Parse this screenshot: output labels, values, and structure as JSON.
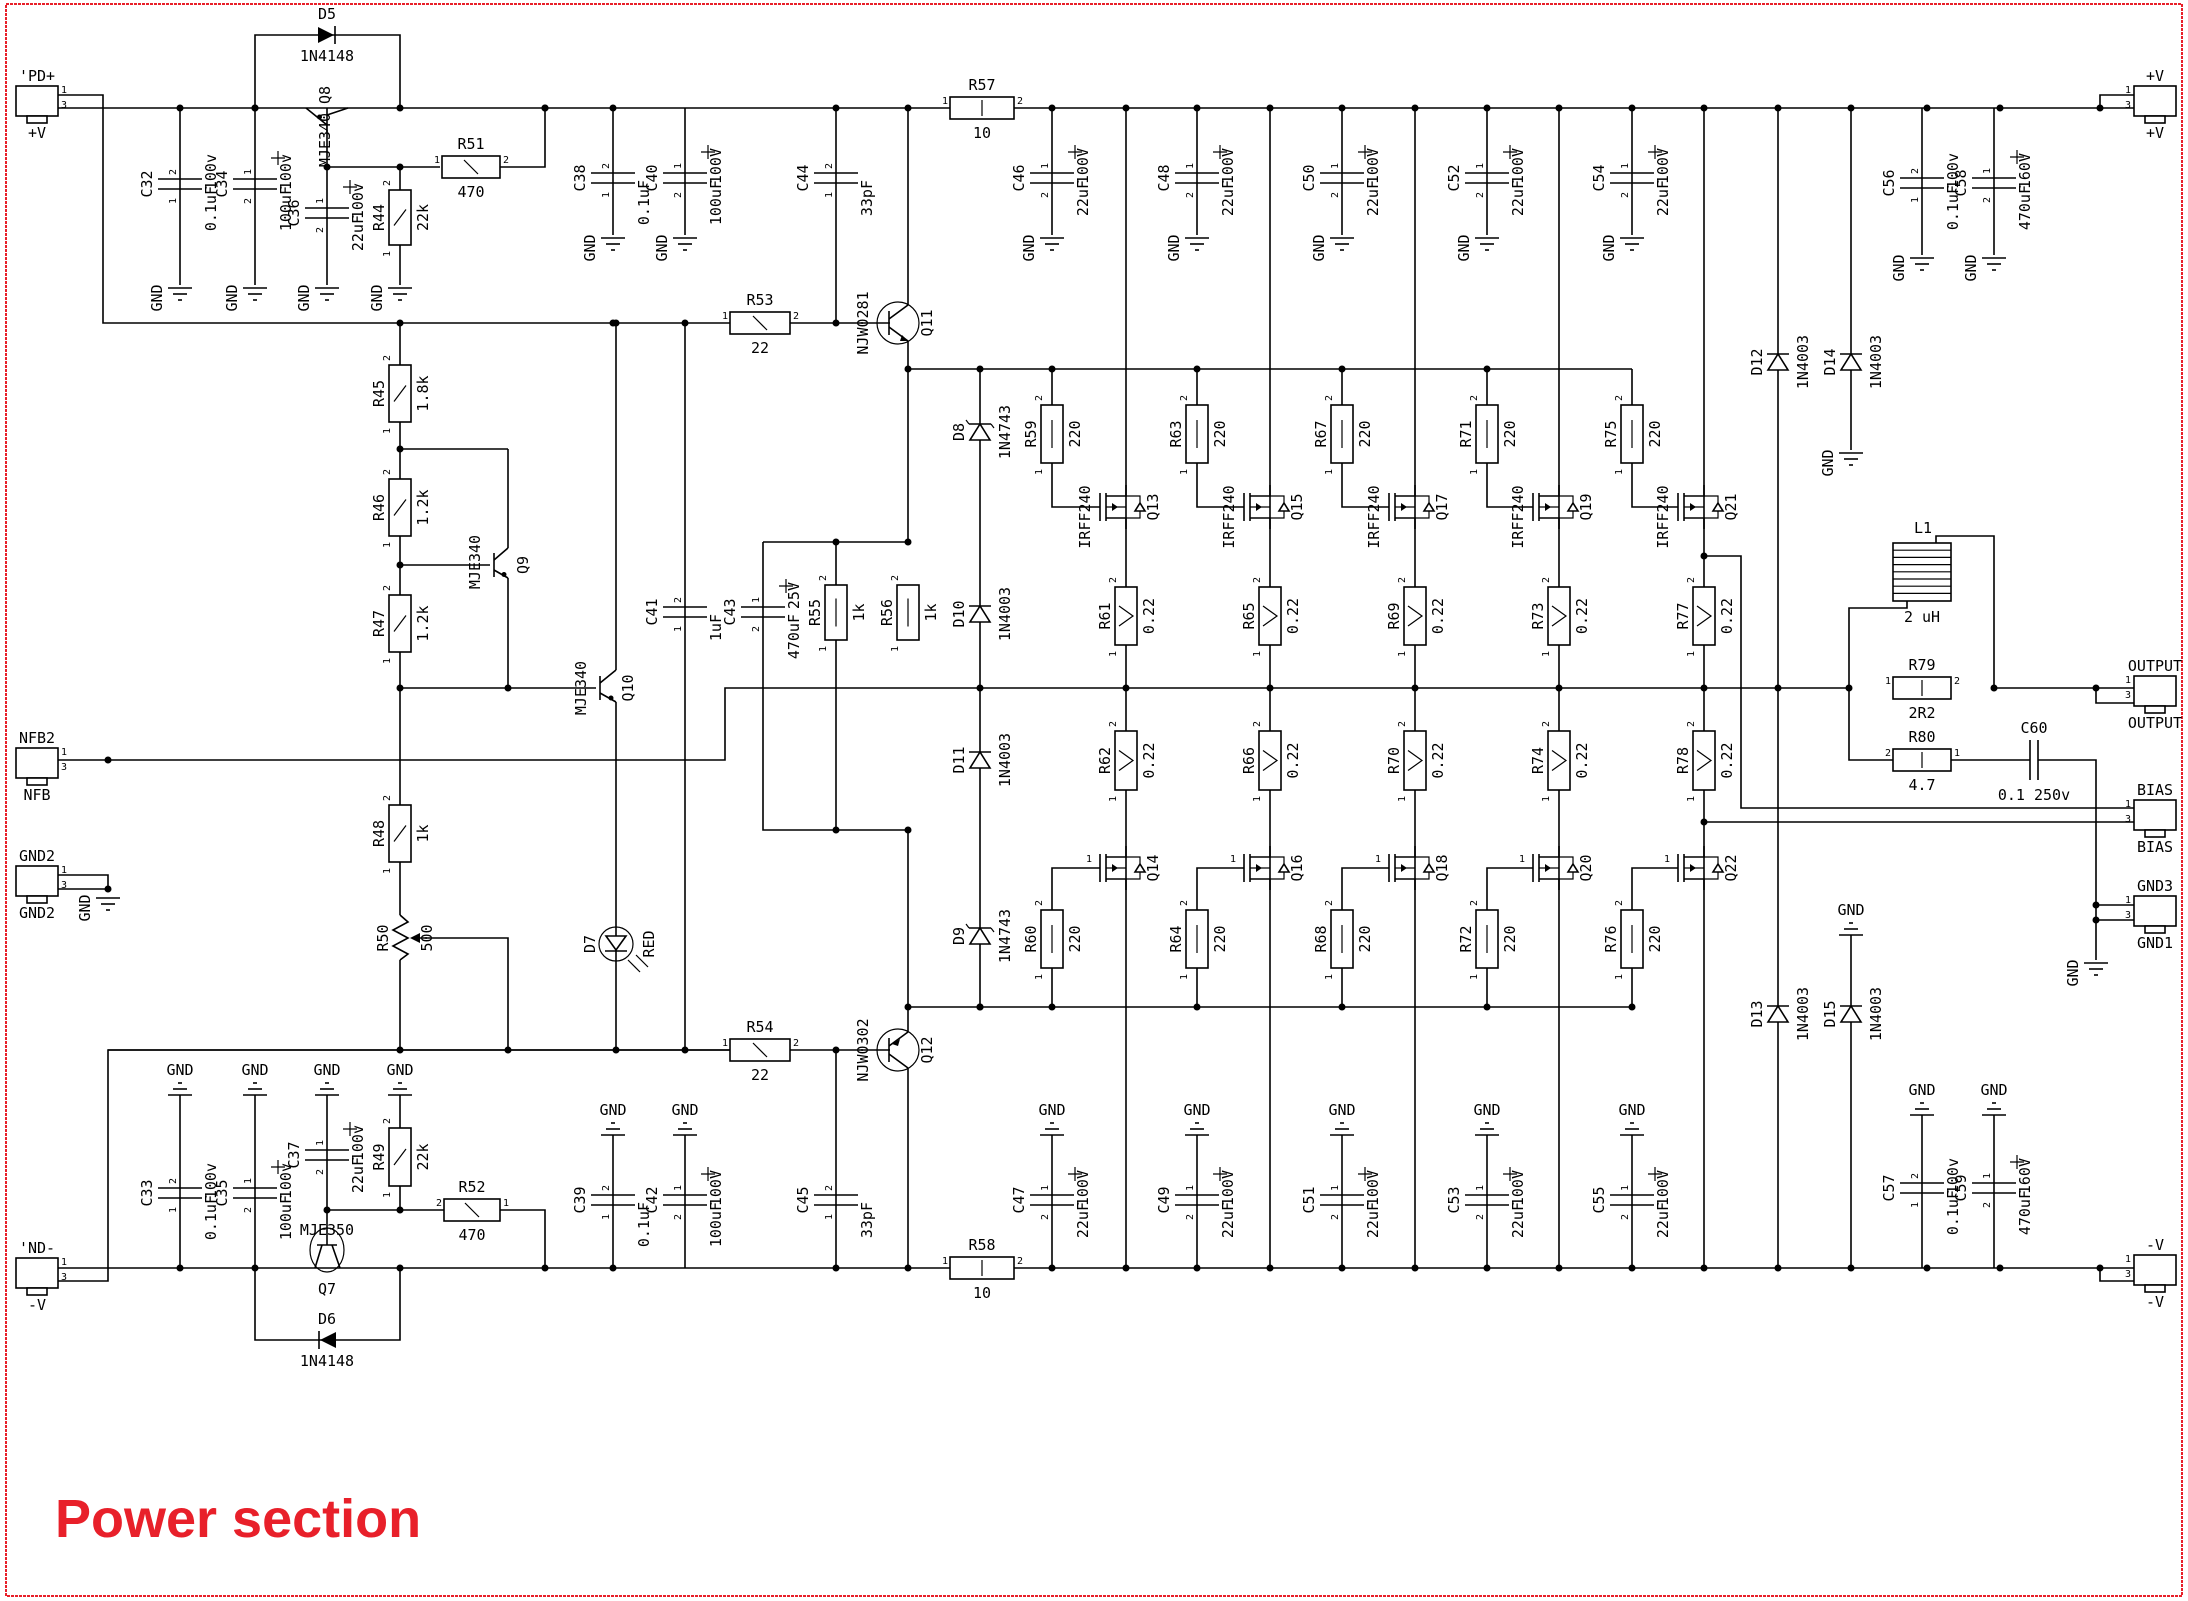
{
  "title": "Power section",
  "colors": {
    "frame": "#e8202a",
    "title": "#e8202a",
    "ink": "#000000"
  },
  "connectors": [
    {
      "id": "PD+",
      "label": "'PD+",
      "sub": "+V",
      "pins": [
        "1",
        "3"
      ]
    },
    {
      "id": "ND-",
      "label": "'ND-",
      "sub": "-V",
      "pins": [
        "1",
        "3"
      ]
    },
    {
      "id": "NFB2",
      "label": "NFB2",
      "sub": "NFB",
      "pins": [
        "1",
        "3"
      ]
    },
    {
      "id": "GND2",
      "label": "GND2",
      "sub": "GND2",
      "pins": [
        "1",
        "3"
      ]
    },
    {
      "id": "+V",
      "label": "+V",
      "sub": "+V",
      "pins": [
        "1",
        "3"
      ]
    },
    {
      "id": "-V",
      "label": "-V",
      "sub": "-V",
      "pins": [
        "1",
        "3"
      ]
    },
    {
      "id": "OUTPUT",
      "label": "OUTPUT",
      "sub": "OUTPUT",
      "pins": [
        "1",
        "3"
      ]
    },
    {
      "id": "BIAS",
      "label": "BIAS",
      "sub": "BIAS",
      "pins": [
        "1",
        "3"
      ]
    },
    {
      "id": "GND3",
      "label": "GND3",
      "sub": "GND1",
      "pins": [
        "1",
        "3"
      ]
    }
  ],
  "resistors": [
    {
      "ref": "R44",
      "value": "22k"
    },
    {
      "ref": "R45",
      "value": "1.8k"
    },
    {
      "ref": "R46",
      "value": "1.2k"
    },
    {
      "ref": "R47",
      "value": "1.2k"
    },
    {
      "ref": "R48",
      "value": "1k"
    },
    {
      "ref": "R49",
      "value": "22k"
    },
    {
      "ref": "R50",
      "value": "500"
    },
    {
      "ref": "R51",
      "value": "470"
    },
    {
      "ref": "R52",
      "value": "470"
    },
    {
      "ref": "R53",
      "value": "22"
    },
    {
      "ref": "R54",
      "value": "22"
    },
    {
      "ref": "R55",
      "value": "1k"
    },
    {
      "ref": "R56",
      "value": "1k"
    },
    {
      "ref": "R57",
      "value": "10"
    },
    {
      "ref": "R58",
      "value": "10"
    },
    {
      "ref": "R59",
      "value": "220"
    },
    {
      "ref": "R60",
      "value": "220"
    },
    {
      "ref": "R61",
      "value": "0.22"
    },
    {
      "ref": "R62",
      "value": "0.22"
    },
    {
      "ref": "R63",
      "value": "220"
    },
    {
      "ref": "R64",
      "value": "220"
    },
    {
      "ref": "R65",
      "value": "0.22"
    },
    {
      "ref": "R66",
      "value": "0.22"
    },
    {
      "ref": "R67",
      "value": "220"
    },
    {
      "ref": "R68",
      "value": "220"
    },
    {
      "ref": "R69",
      "value": "0.22"
    },
    {
      "ref": "R70",
      "value": "0.22"
    },
    {
      "ref": "R71",
      "value": "220"
    },
    {
      "ref": "R72",
      "value": "220"
    },
    {
      "ref": "R73",
      "value": "0.22"
    },
    {
      "ref": "R74",
      "value": "0.22"
    },
    {
      "ref": "R75",
      "value": "220"
    },
    {
      "ref": "R76",
      "value": "220"
    },
    {
      "ref": "R77",
      "value": "0.22"
    },
    {
      "ref": "R78",
      "value": "0.22"
    },
    {
      "ref": "R79",
      "value": "2R2"
    },
    {
      "ref": "R80",
      "value": "4.7"
    }
  ],
  "capacitors": [
    {
      "ref": "C32",
      "value": "0.1uF 100v"
    },
    {
      "ref": "C33",
      "value": "0.1uF 100v"
    },
    {
      "ref": "C34",
      "value": "100uF 100v"
    },
    {
      "ref": "C35",
      "value": "100uF 100v"
    },
    {
      "ref": "C36",
      "value": "22uF 100v"
    },
    {
      "ref": "C37",
      "value": "22uF 100v"
    },
    {
      "ref": "C38",
      "value": "0.1uF"
    },
    {
      "ref": "C39",
      "value": "0.1uF"
    },
    {
      "ref": "C40",
      "value": "100uF 100V"
    },
    {
      "ref": "C42",
      "value": "100uF 100V"
    },
    {
      "ref": "C41",
      "value": "1uF"
    },
    {
      "ref": "C43",
      "value": "470uF 25V"
    },
    {
      "ref": "C44",
      "value": "33pF"
    },
    {
      "ref": "C45",
      "value": "33pF"
    },
    {
      "ref": "C46",
      "value": "22uF 100V"
    },
    {
      "ref": "C47",
      "value": "22uF 100V"
    },
    {
      "ref": "C48",
      "value": "22uF 100V"
    },
    {
      "ref": "C49",
      "value": "22uF 100V"
    },
    {
      "ref": "C50",
      "value": "22uF 100V"
    },
    {
      "ref": "C51",
      "value": "22uF 100V"
    },
    {
      "ref": "C52",
      "value": "22uF 100V"
    },
    {
      "ref": "C53",
      "value": "22uF 100V"
    },
    {
      "ref": "C54",
      "value": "22uF 100V"
    },
    {
      "ref": "C55",
      "value": "22uF 100V"
    },
    {
      "ref": "C56",
      "value": "0.1uF 100v"
    },
    {
      "ref": "C57",
      "value": "0.1uF 100v"
    },
    {
      "ref": "C58",
      "value": "470uF 160V"
    },
    {
      "ref": "C59",
      "value": "470uF 160V"
    },
    {
      "ref": "C60",
      "value": "0.1 250v"
    }
  ],
  "diodes": [
    {
      "ref": "D5",
      "value": "1N4148"
    },
    {
      "ref": "D6",
      "value": "1N4148"
    },
    {
      "ref": "D7",
      "value": "RED"
    },
    {
      "ref": "D8",
      "value": "1N4743"
    },
    {
      "ref": "D9",
      "value": "1N4743"
    },
    {
      "ref": "D10",
      "value": "1N4003"
    },
    {
      "ref": "D11",
      "value": "1N4003"
    },
    {
      "ref": "D12",
      "value": "1N4003"
    },
    {
      "ref": "D13",
      "value": "1N4003"
    },
    {
      "ref": "D14",
      "value": "1N4003"
    },
    {
      "ref": "D15",
      "value": "1N4003"
    }
  ],
  "transistors": [
    {
      "ref": "Q7",
      "value": "MJE350"
    },
    {
      "ref": "Q8",
      "value": "MJE340"
    },
    {
      "ref": "Q9",
      "value": "MJE340"
    },
    {
      "ref": "Q10",
      "value": "MJE340"
    },
    {
      "ref": "Q11",
      "value": "NJW0281"
    },
    {
      "ref": "Q12",
      "value": "NJW0302"
    },
    {
      "ref": "Q13",
      "value": "IRFF240"
    },
    {
      "ref": "Q14",
      "value": ""
    },
    {
      "ref": "Q15",
      "value": "IRFF240"
    },
    {
      "ref": "Q16",
      "value": ""
    },
    {
      "ref": "Q17",
      "value": "IRFF240"
    },
    {
      "ref": "Q18",
      "value": ""
    },
    {
      "ref": "Q19",
      "value": "IRFF240"
    },
    {
      "ref": "Q20",
      "value": ""
    },
    {
      "ref": "Q21",
      "value": "IRFF240"
    },
    {
      "ref": "Q22",
      "value": ""
    }
  ],
  "inductors": [
    {
      "ref": "L1",
      "value": "2 uH"
    }
  ],
  "ground_label": "GND"
}
